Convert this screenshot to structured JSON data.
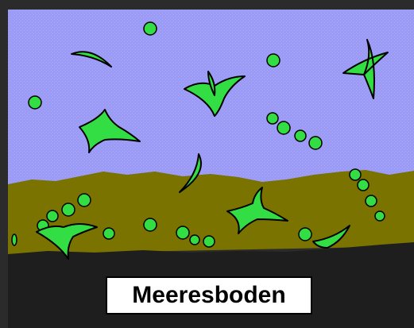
{
  "diagram": {
    "label": "Meeresboden",
    "colors": {
      "frame": "#2b2b2b",
      "water": "#9b9bf5",
      "sediment": "#7a7300",
      "seafloor": "#1e1e1e",
      "organism_fill": "#33dd44",
      "organism_outline": "#000000",
      "label_background": "#ffffff"
    },
    "organisms": {
      "water_column": [
        "diatom-cell",
        "diatom-cell",
        "diatom-cell",
        "diatom-cell",
        "diatom-cell",
        "diatom-cell",
        "diatom-cell",
        "diatom-cell",
        "diatom-cell"
      ],
      "sediment_layer": [
        "diatom-cell",
        "diatom-cell",
        "diatom-cell",
        "diatom-cell",
        "diatom-cell"
      ]
    }
  }
}
